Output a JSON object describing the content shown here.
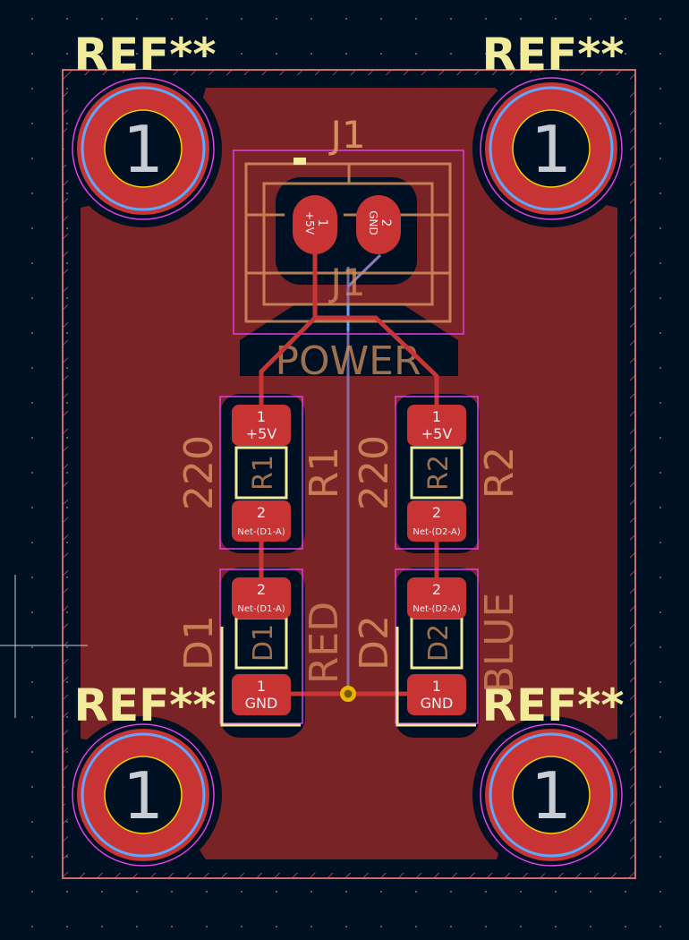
{
  "colors": {
    "background": "#001023",
    "grid": "#8a8f9a",
    "board_fill": "#7a2327",
    "board_edge": "#d36a6a",
    "copper": "#c83434",
    "courtyard": "#e33ee3",
    "silk_yellow": "#f2eb9b",
    "silk_fab": "#d4905c",
    "via": "#e8b800",
    "hole_ring": "#f0d300",
    "hole_text": "#c8ccd4",
    "ratsnest": "#7f8fc8"
  },
  "mounting_holes": [
    {
      "ref": "REF**",
      "pad": "1"
    },
    {
      "ref": "REF**",
      "pad": "1"
    },
    {
      "ref": "REF**",
      "pad": "1"
    },
    {
      "ref": "REF**",
      "pad": "1"
    }
  ],
  "connector": {
    "ref": "J1",
    "fab_ref": "J1",
    "value": "POWER",
    "pads": [
      {
        "num": "1",
        "net": "+5V"
      },
      {
        "num": "2",
        "net": "GND"
      }
    ]
  },
  "resistors": [
    {
      "ref": "R1",
      "fab_ref": "R1",
      "value": "220",
      "pads": [
        {
          "num": "1",
          "net": "+5V"
        },
        {
          "num": "2",
          "net": "Net-(D1-A)"
        }
      ]
    },
    {
      "ref": "R2",
      "fab_ref": "R2",
      "value": "220",
      "pads": [
        {
          "num": "1",
          "net": "+5V"
        },
        {
          "num": "2",
          "net": "Net-(D2-A)"
        }
      ]
    }
  ],
  "leds": [
    {
      "ref": "D1",
      "fab_ref": "D1",
      "value": "RED",
      "pads": [
        {
          "num": "2",
          "net": "Net-(D1-A)"
        },
        {
          "num": "1",
          "net": "GND"
        }
      ]
    },
    {
      "ref": "D2",
      "fab_ref": "D2",
      "value": "BLUE",
      "pads": [
        {
          "num": "2",
          "net": "Net-(D2-A)"
        },
        {
          "num": "1",
          "net": "GND"
        }
      ]
    }
  ]
}
